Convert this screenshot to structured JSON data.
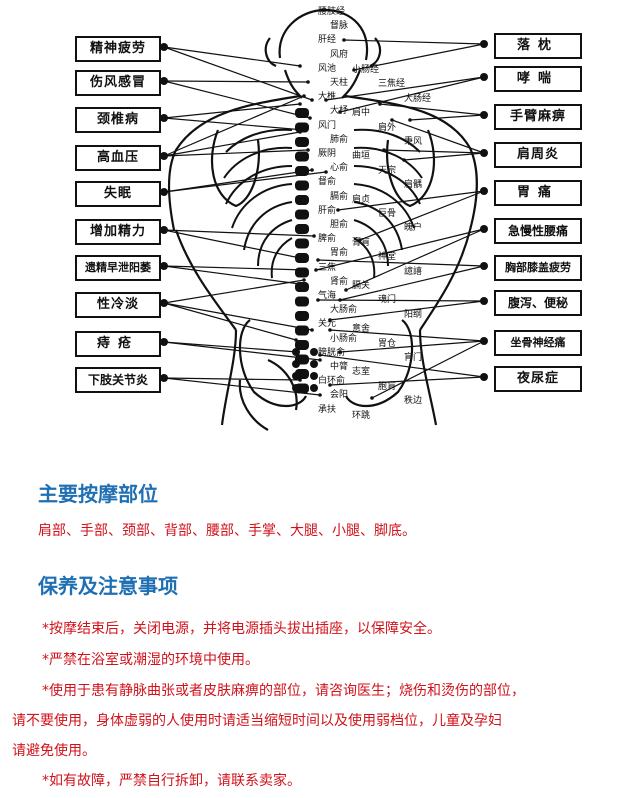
{
  "diagram": {
    "left_labels": [
      "精神疲劳",
      "伤风感冒",
      "颈椎病",
      "高血压",
      "失眠",
      "增加精力",
      "遗精早泄阳萎",
      "性冷淡",
      "痔疮",
      "下肢关节炎"
    ],
    "right_labels": [
      "落枕",
      "哮喘",
      "手臂麻痹",
      "肩周炎",
      "胃痛",
      "急慢性腰痛",
      "胸部膝盖疲劳",
      "腹泻、便秘",
      "坐骨神经痛",
      "夜尿症"
    ],
    "spine_points": [
      "腰肢经",
      "督脉",
      "肝经",
      "风府",
      "风池",
      "天柱",
      "大椎",
      "大杼",
      "风门",
      "肺俞",
      "厥阴",
      "心俞",
      "督俞",
      "膈俞",
      "肝俞",
      "胆俞",
      "脾俞",
      "胃俞",
      "三焦",
      "肾俞",
      "气海",
      "大肠俞",
      "关元",
      "小肠俞",
      "膀胱俞",
      "中膂",
      "白环俞",
      "会阳",
      "承扶"
    ],
    "side_points": [
      "小肠经",
      "三焦经",
      "大肠经",
      "肩中",
      "肩外",
      "秉风",
      "曲垣",
      "天宗",
      "肩髃",
      "肩贞",
      "巨骨",
      "魄户",
      "膏肓",
      "神堂",
      "譩譆",
      "膈关",
      "魂门",
      "阳纲",
      "意舍",
      "胃仓",
      "肓门",
      "志室",
      "胞肓",
      "秩边",
      "环跳"
    ]
  },
  "section_massage": {
    "heading": "主要按摩部位",
    "text": "肩部、手部、颈部、背部、腰部、手掌、大腿、小腿、脚底。"
  },
  "section_care": {
    "heading": "保养及注意事项",
    "notes": [
      "*按摩结束后，关闭电源，并将电源插头拔出插座，以保障安全。",
      "*严禁在浴室或潮湿的环境中使用。",
      "*使用于患有静脉曲张或者皮肤麻痹的部位，请咨询医生；烧伤和烫伤的部位，",
      "请不要使用，身体虚弱的人使用时请适当缩短时间以及使用弱档位，儿童及孕妇",
      "请避免使用。",
      "*如有故障，严禁自行拆卸，请联系卖家。"
    ]
  },
  "colors": {
    "heading": "#1f6fb3",
    "text": "#d0121b",
    "ink": "#111111"
  }
}
